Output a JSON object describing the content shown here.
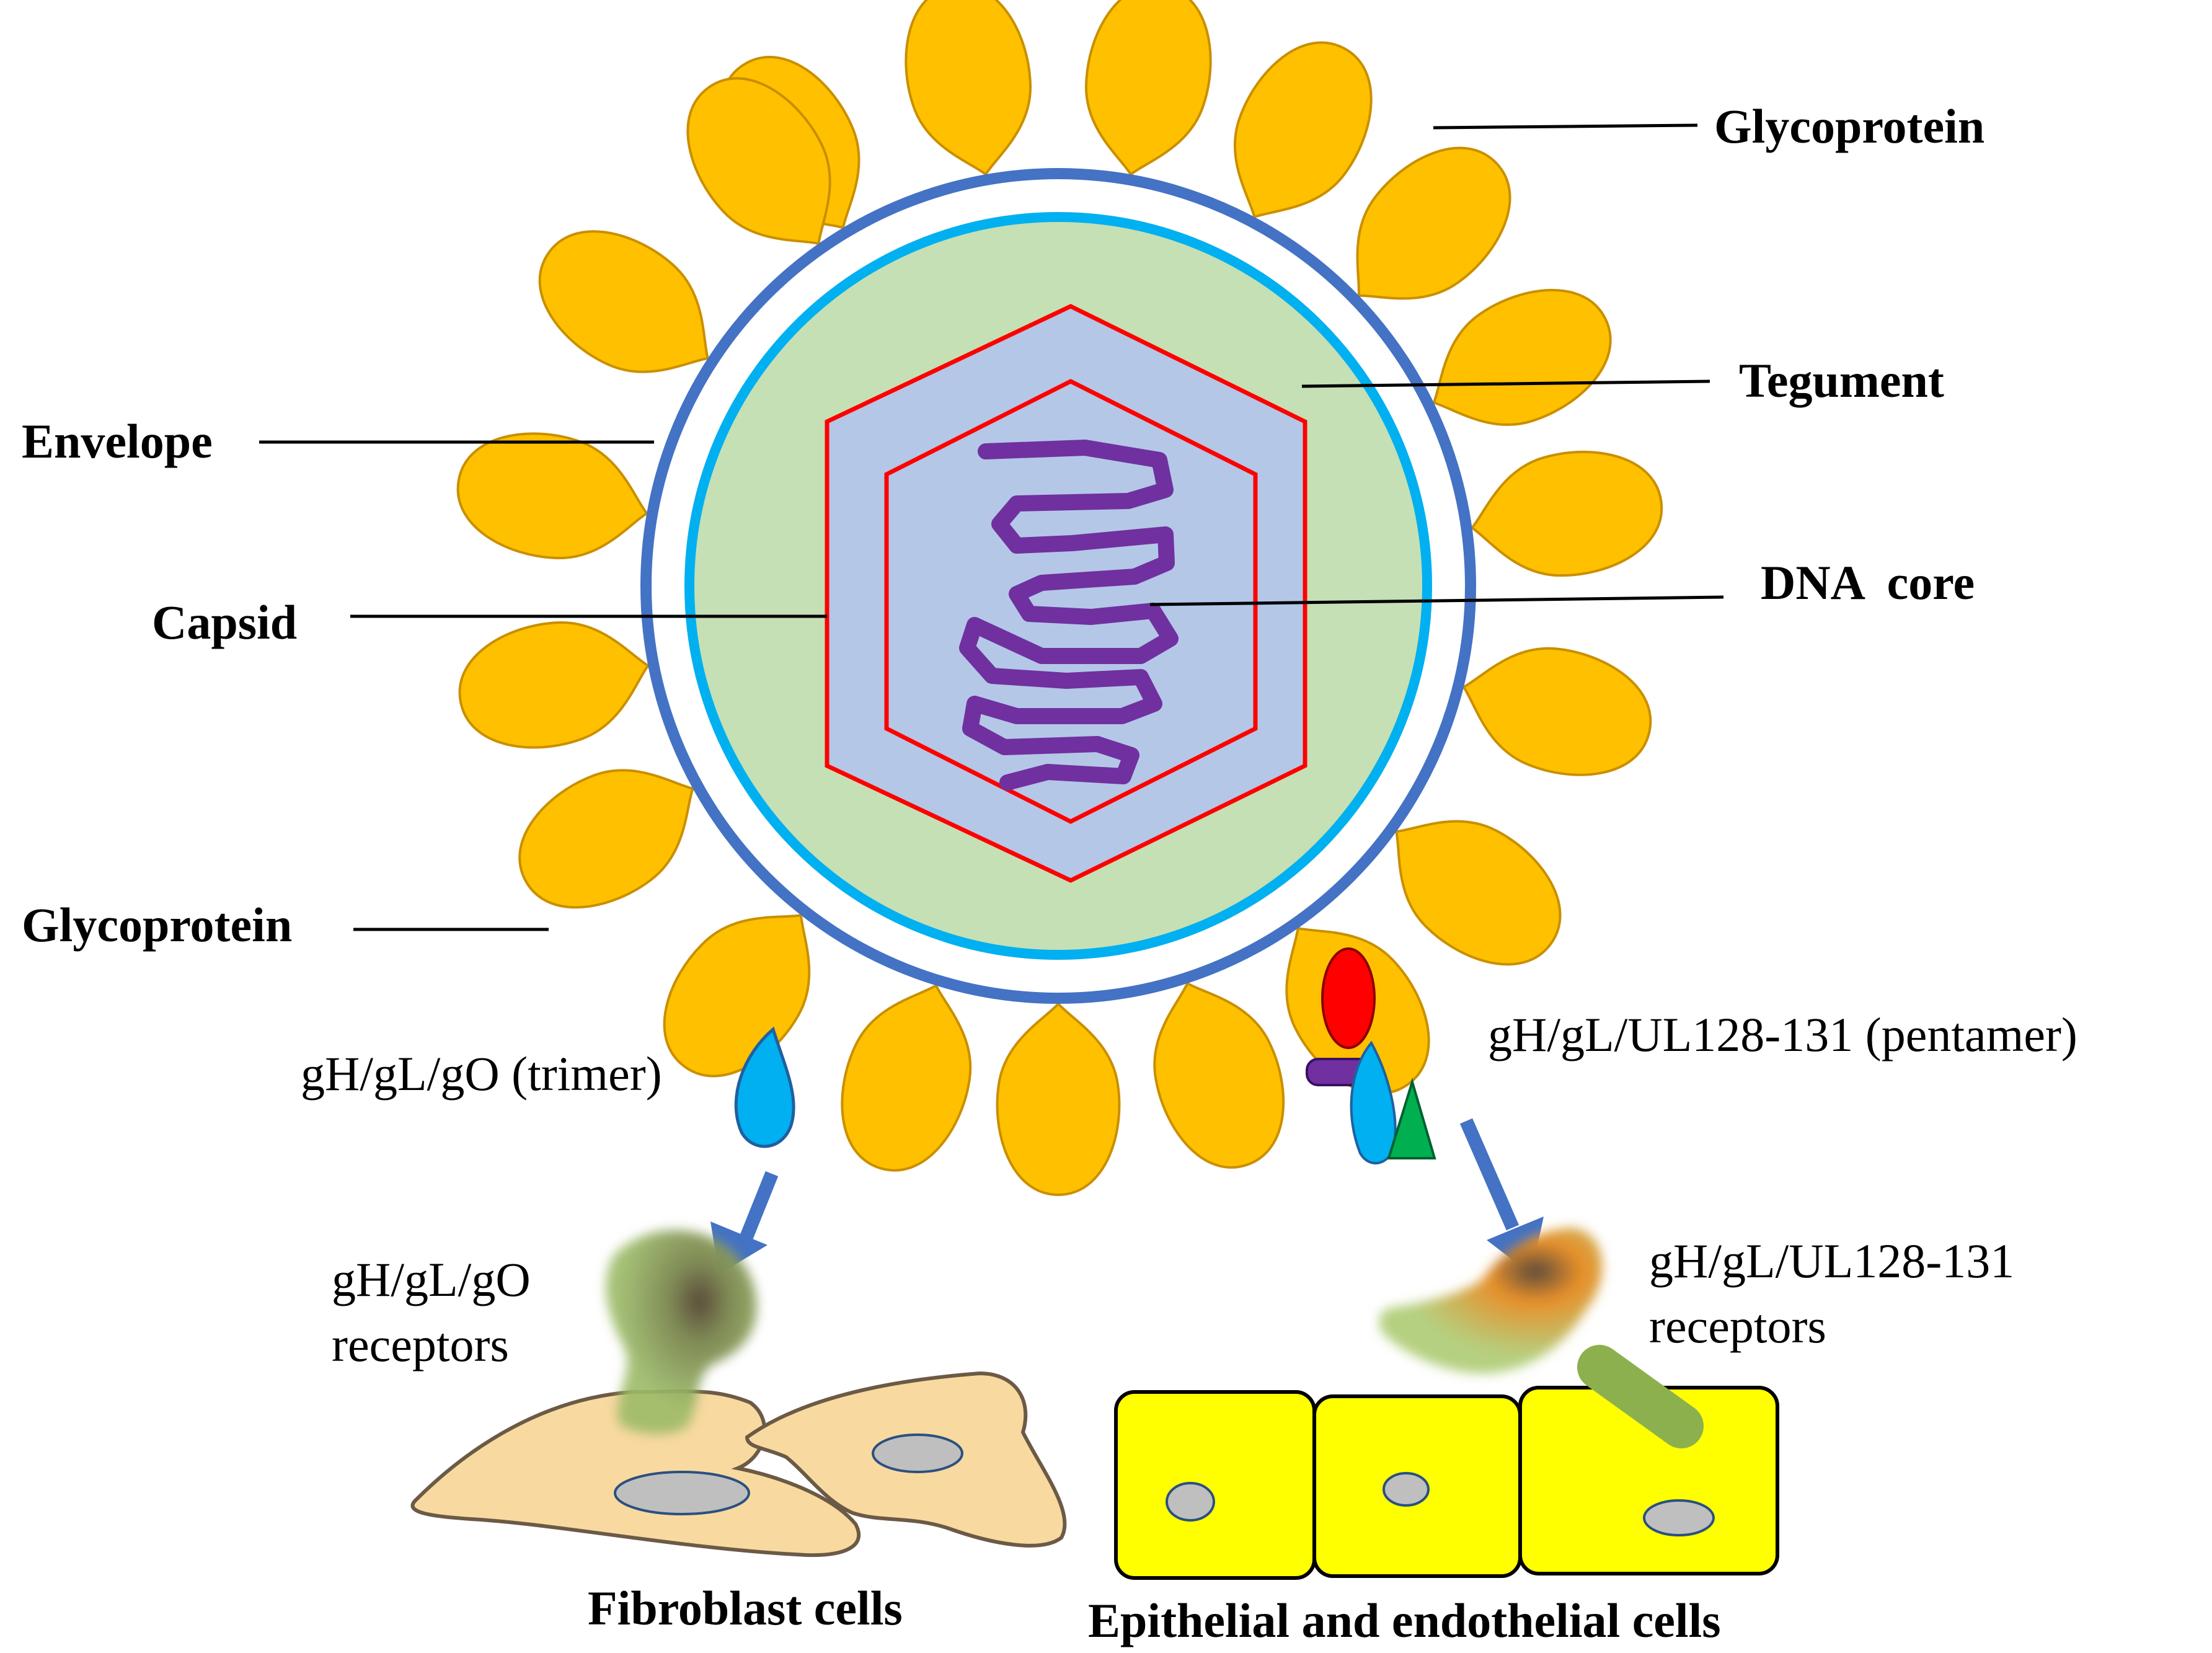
{
  "labels": {
    "glycoprotein_top": "Glycoprotein",
    "tegument": "Tegument",
    "envelope": "Envelope",
    "dna_core": "DNA  core",
    "capsid": "Capsid",
    "glycoprotein_left": "Glycoprotein",
    "trimer": "gH/gL/gO (trimer)",
    "pentamer": "gH/gL/UL128-131 (pentamer)",
    "trimer_receptors_line1": "gH/gL/gO",
    "trimer_receptors_line2": "receptors",
    "pentamer_receptors_line1": "gH/gL/UL128-131",
    "pentamer_receptors_line2": "receptors",
    "fibroblast": "Fibroblast cells",
    "epithelial": "Epithelial and endothelial cells"
  },
  "colors": {
    "glycoprotein": "#FFC000",
    "glycoprotein_stroke": "#C98F00",
    "envelope": "#4472C4",
    "tegument_ring": "#00B0F0",
    "tegument_fill": "#C5E0B4",
    "capsid_fill": "#B4C7E7",
    "capsid_line": "#FF0000",
    "dna": "#7030A0",
    "arrow": "#4472C4",
    "fibroblast": "#F8D9A0",
    "epithelial": "#FFFF00",
    "nucleus": "#BFBFBF",
    "receptor_green": "#8DB04E",
    "pentamer_red": "#FF0000",
    "pentamer_purple": "#7030A0",
    "pentamer_teal": "#00B050"
  }
}
